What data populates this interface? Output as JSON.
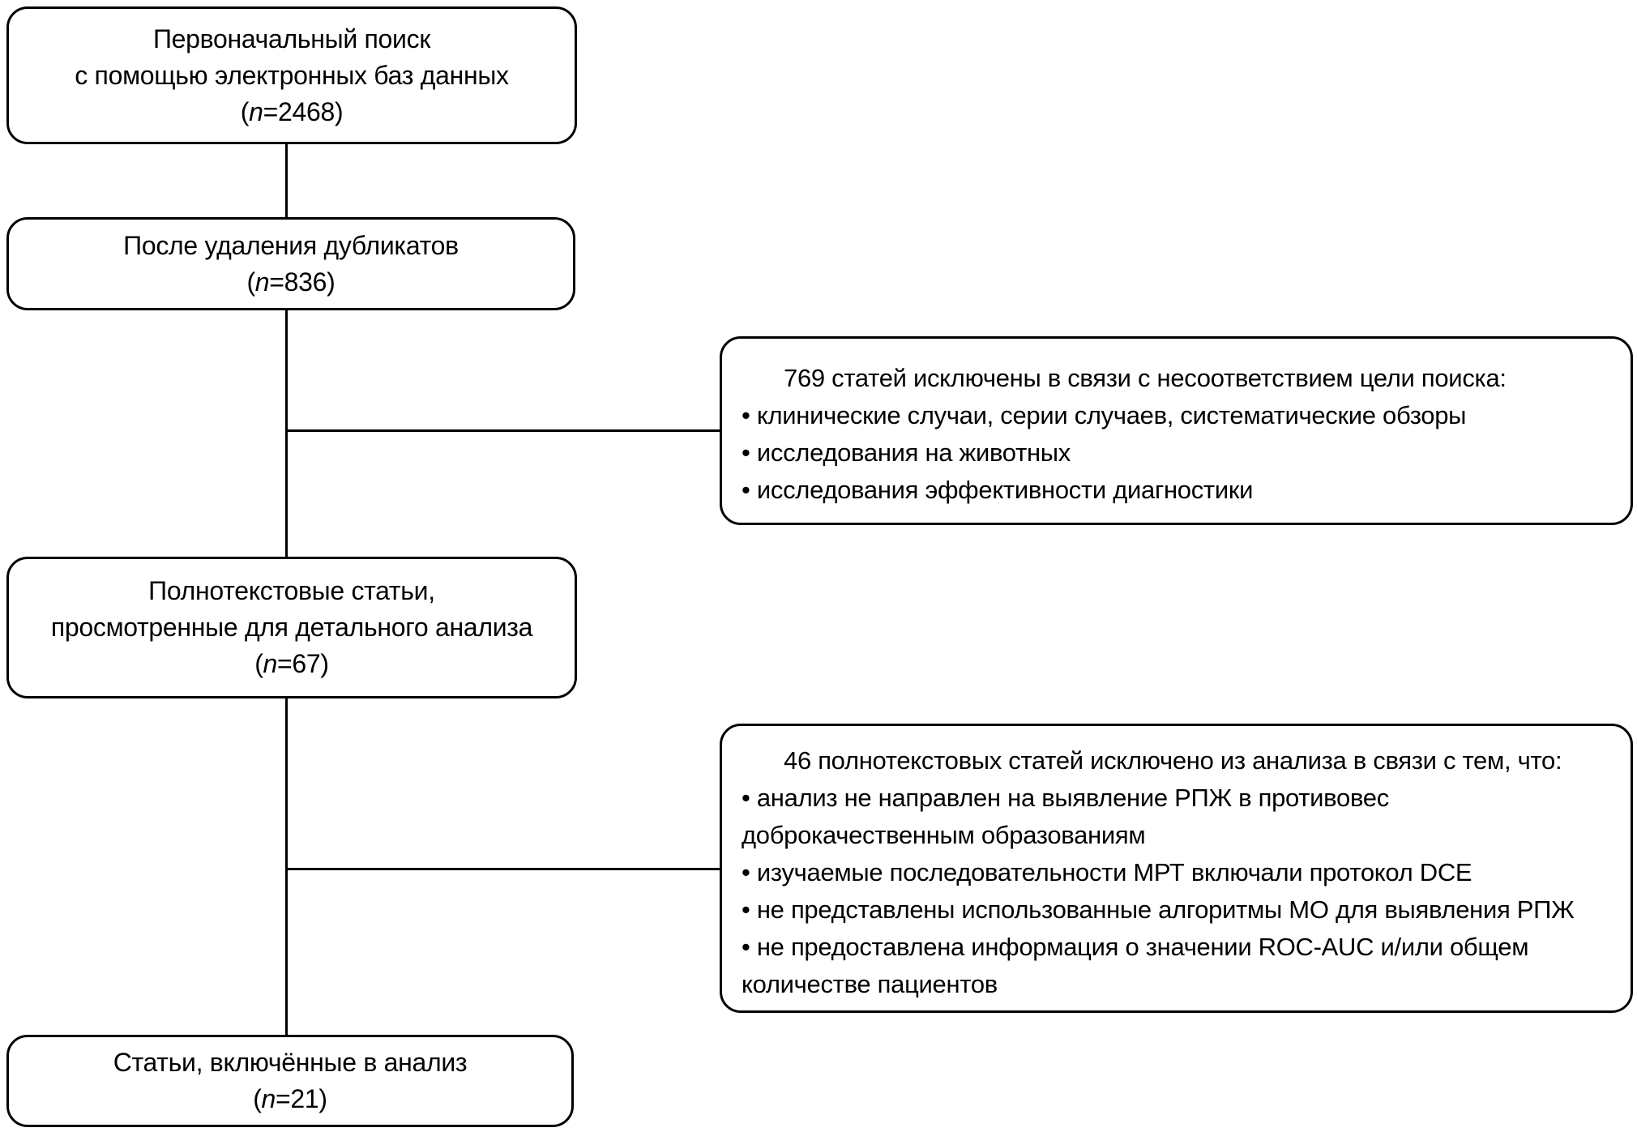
{
  "diagram": {
    "box_initial": {
      "line1": "Первоначальный поиск",
      "line2": "с помощью электронных баз данных",
      "count_open": "(",
      "count_var": "n",
      "count_rest": "=2468)"
    },
    "box_duplicates": {
      "line1": "После удаления дубликатов",
      "count_open": "(",
      "count_var": "n",
      "count_rest": "=836)"
    },
    "box_fulltext": {
      "line1": "Полнотекстовые статьи,",
      "line2": "просмотренные для детального анализа",
      "count_open": "(",
      "count_var": "n",
      "count_rest": "=67)"
    },
    "box_included": {
      "line1": "Статьи, включённые в анализ",
      "count_open": "(",
      "count_var": "n",
      "count_rest": "=21)"
    },
    "box_excluded_769": {
      "lines": [
        "769 статей исключены в связи с несоответствием цели поиска:",
        "• клинические случаи, серии случаев, систематические обзоры",
        "• исследования на животных",
        "• исследования эффективности диагностики"
      ]
    },
    "box_excluded_46": {
      "lines": [
        "46 полнотекстовых статей исключено из анализа в связи с тем, что:",
        "• анализ не направлен на выявление РПЖ в противовес",
        "доброкачественным образованиям",
        "• изучаемые последовательности МРТ включали протокол DCE",
        "• не представлены использованные алгоритмы МО для выявления РПЖ",
        "• не предоставлена информация о значении ROC-AUC и/или общем",
        "количестве пациентов"
      ]
    },
    "colors": {
      "background": "#ffffff",
      "line": "#000000",
      "text": "#000000"
    }
  }
}
